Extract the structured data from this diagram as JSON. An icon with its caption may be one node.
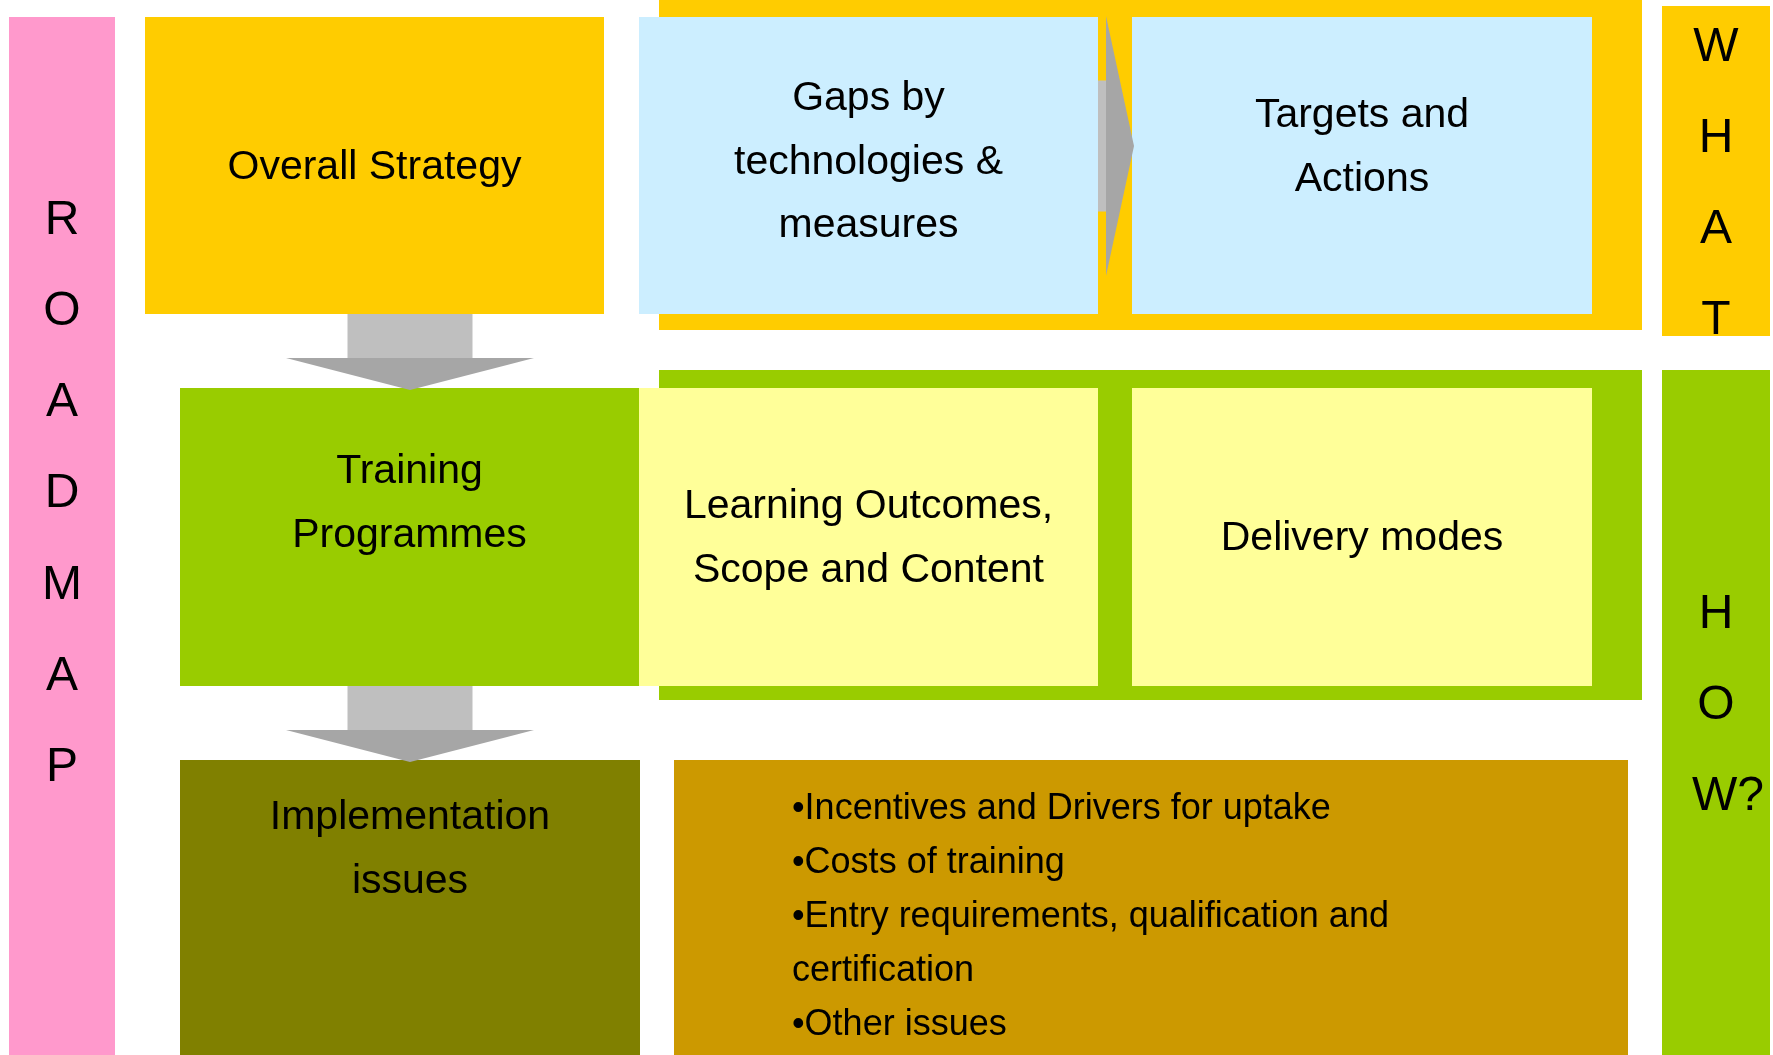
{
  "diagram": {
    "nodes": [
      {
        "text": [
          "ROADMAP"
        ]
      },
      {
        "text": [
          "Overall Strategy"
        ]
      },
      {
        "text": [
          "Gaps by technologies & measures"
        ]
      },
      {
        "text": [
          "Targets and Actions"
        ]
      },
      {
        "text": [
          "WHAT"
        ]
      },
      {
        "text": [
          "Training Programmes"
        ]
      },
      {
        "text": [
          "Learning Outcomes, Scope and Content"
        ]
      },
      {
        "text": [
          "Delivery modes"
        ]
      },
      {
        "text": [
          "HOW?"
        ]
      },
      {
        "text": [
          "Implementation issues"
        ]
      },
      {
        "text": [
          "•Incentives and Drivers for uptake",
          "•Costs of training",
          "•Entry requirements, qualification and certification",
          "•Other issues"
        ]
      }
    ],
    "edges": [
      {
        "from": 1,
        "to": 5,
        "arrow": "to"
      },
      {
        "from": 2,
        "to": 3,
        "arrow": "to"
      },
      {
        "from": 5,
        "to": 9,
        "arrow": "to"
      }
    ]
  }
}
